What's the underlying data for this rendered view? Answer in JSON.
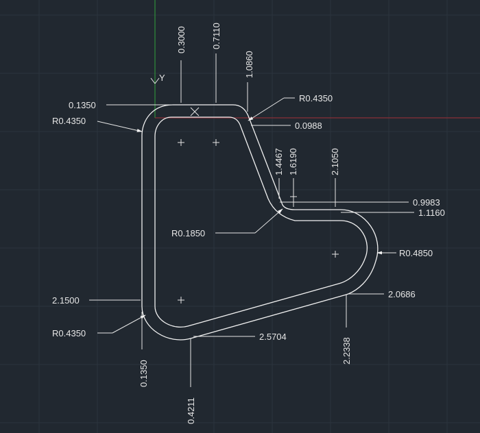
{
  "drawing": {
    "axis_label_y": "Y",
    "colors": {
      "background": "#212830",
      "grid": "#2c343e",
      "geometry": "#f2f2f2",
      "y_axis": "#2f8f3a",
      "x_axis": "#8a2f36"
    },
    "top_dims": [
      {
        "id": "dim-0-3000",
        "value": "0.3000"
      },
      {
        "id": "dim-0-7110",
        "value": "0.7110"
      },
      {
        "id": "dim-1-0860",
        "value": "1.0860"
      }
    ],
    "middle_dims": [
      {
        "id": "dim-1-4467",
        "value": "1.4467"
      },
      {
        "id": "dim-1-6190",
        "value": "1.6190"
      },
      {
        "id": "dim-2-1050",
        "value": "2.1050"
      }
    ],
    "left_dims": {
      "dim_0_1350_top": "0.1350",
      "radius_top_left": "R0.4350",
      "dim_2_1500": "2.1500",
      "radius_bottom_left": "R0.4350",
      "dim_0_1350_bottom": "0.1350"
    },
    "right_dims": {
      "radius_top_right": "R0.4350",
      "dim_0_0988": "0.0988",
      "dim_0_9983": "0.9983",
      "dim_1_1160": "1.1160",
      "radius_right": "R0.4850",
      "dim_2_0686": "2.0686"
    },
    "bottom_dims": {
      "radius_inner": "R0.1850",
      "dim_2_5704": "2.5704",
      "dim_2_2338": "2.2338",
      "dim_0_4211": "0.4211"
    }
  }
}
